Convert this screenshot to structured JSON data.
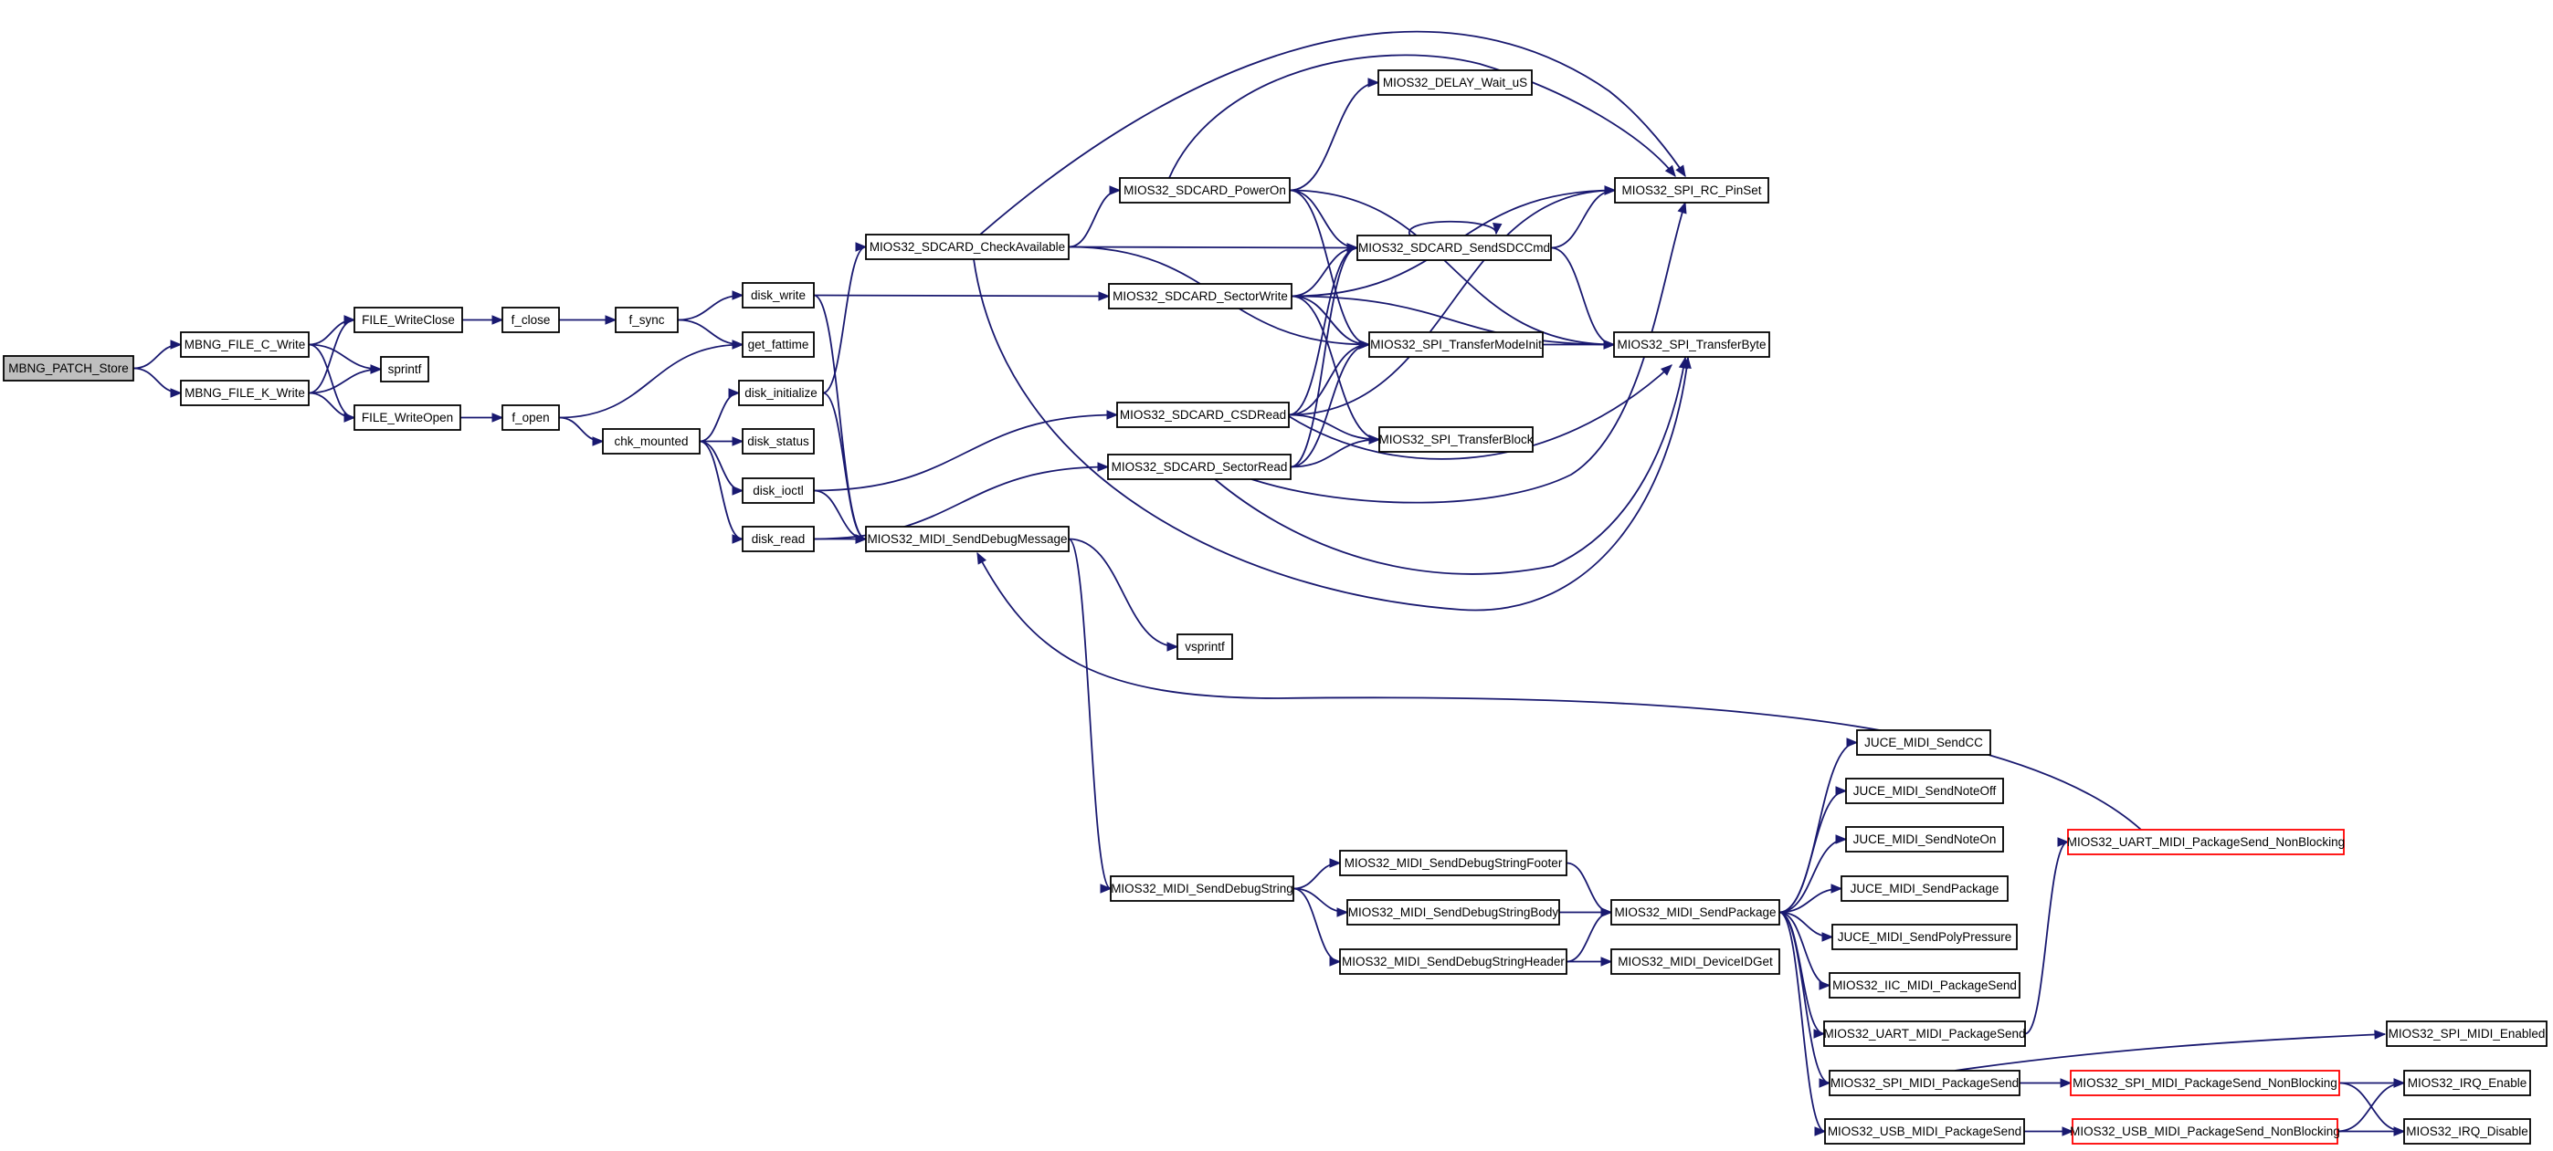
{
  "graph": {
    "edge_color": "#191970",
    "truncated_border_color": "#ff0000",
    "root_fill_color": "#bfbfbf",
    "nodes": [
      {
        "id": "root",
        "label": "MBNG_PATCH_Store",
        "style": "root"
      },
      {
        "id": "fcw",
        "label": "MBNG_FILE_C_Write",
        "style": "normal"
      },
      {
        "id": "fkw",
        "label": "MBNG_FILE_K_Write",
        "style": "normal"
      },
      {
        "id": "fwc",
        "label": "FILE_WriteClose",
        "style": "normal"
      },
      {
        "id": "sprintf",
        "label": "sprintf",
        "style": "normal"
      },
      {
        "id": "fwo",
        "label": "FILE_WriteOpen",
        "style": "normal"
      },
      {
        "id": "fclose",
        "label": "f_close",
        "style": "normal"
      },
      {
        "id": "fopen",
        "label": "f_open",
        "style": "normal"
      },
      {
        "id": "fsync",
        "label": "f_sync",
        "style": "normal"
      },
      {
        "id": "chk",
        "label": "chk_mounted",
        "style": "normal"
      },
      {
        "id": "dwrite",
        "label": "disk_write",
        "style": "normal"
      },
      {
        "id": "getfat",
        "label": "get_fattime",
        "style": "normal"
      },
      {
        "id": "dinit",
        "label": "disk_initialize",
        "style": "normal"
      },
      {
        "id": "dstatus",
        "label": "disk_status",
        "style": "normal"
      },
      {
        "id": "dioctl",
        "label": "disk_ioctl",
        "style": "normal"
      },
      {
        "id": "dread",
        "label": "disk_read",
        "style": "normal"
      },
      {
        "id": "checkav",
        "label": "MIOS32_SDCARD_CheckAvailable",
        "style": "normal"
      },
      {
        "id": "debugmsg",
        "label": "MIOS32_MIDI_SendDebugMessage",
        "style": "normal"
      },
      {
        "id": "poweron",
        "label": "MIOS32_SDCARD_PowerOn",
        "style": "normal"
      },
      {
        "id": "secwrite",
        "label": "MIOS32_SDCARD_SectorWrite",
        "style": "normal"
      },
      {
        "id": "csdread",
        "label": "MIOS32_SDCARD_CSDRead",
        "style": "normal"
      },
      {
        "id": "secread",
        "label": "MIOS32_SDCARD_SectorRead",
        "style": "normal"
      },
      {
        "id": "delay",
        "label": "MIOS32_DELAY_Wait_uS",
        "style": "normal"
      },
      {
        "id": "sendsdc",
        "label": "MIOS32_SDCARD_SendSDCCmd",
        "style": "normal"
      },
      {
        "id": "modeinit",
        "label": "MIOS32_SPI_TransferModeInit",
        "style": "normal"
      },
      {
        "id": "tblock",
        "label": "MIOS32_SPI_TransferBlock",
        "style": "normal"
      },
      {
        "id": "rcpin",
        "label": "MIOS32_SPI_RC_PinSet",
        "style": "normal"
      },
      {
        "id": "tbyte",
        "label": "MIOS32_SPI_TransferByte",
        "style": "normal"
      },
      {
        "id": "vsprintf",
        "label": "vsprintf",
        "style": "normal"
      },
      {
        "id": "dbgstr",
        "label": "MIOS32_MIDI_SendDebugString",
        "style": "normal"
      },
      {
        "id": "footer",
        "label": "MIOS32_MIDI_SendDebugStringFooter",
        "style": "normal"
      },
      {
        "id": "body",
        "label": "MIOS32_MIDI_SendDebugStringBody",
        "style": "normal"
      },
      {
        "id": "header",
        "label": "MIOS32_MIDI_SendDebugStringHeader",
        "style": "normal"
      },
      {
        "id": "sendpkg",
        "label": "MIOS32_MIDI_SendPackage",
        "style": "normal"
      },
      {
        "id": "devid",
        "label": "MIOS32_MIDI_DeviceIDGet",
        "style": "normal"
      },
      {
        "id": "jcc",
        "label": "JUCE_MIDI_SendCC",
        "style": "normal"
      },
      {
        "id": "jnoff",
        "label": "JUCE_MIDI_SendNoteOff",
        "style": "normal"
      },
      {
        "id": "jnon",
        "label": "JUCE_MIDI_SendNoteOn",
        "style": "normal"
      },
      {
        "id": "jpkg",
        "label": "JUCE_MIDI_SendPackage",
        "style": "normal"
      },
      {
        "id": "jpoly",
        "label": "JUCE_MIDI_SendPolyPressure",
        "style": "normal"
      },
      {
        "id": "iic",
        "label": "MIOS32_IIC_MIDI_PackageSend",
        "style": "normal"
      },
      {
        "id": "uart",
        "label": "MIOS32_UART_MIDI_PackageSend",
        "style": "normal"
      },
      {
        "id": "spimidi",
        "label": "MIOS32_SPI_MIDI_PackageSend",
        "style": "normal"
      },
      {
        "id": "usb",
        "label": "MIOS32_USB_MIDI_PackageSend",
        "style": "normal"
      },
      {
        "id": "uartnb",
        "label": "MIOS32_UART_MIDI_PackageSend_NonBlocking",
        "style": "truncated"
      },
      {
        "id": "spinb",
        "label": "MIOS32_SPI_MIDI_PackageSend_NonBlocking",
        "style": "truncated"
      },
      {
        "id": "usbnb",
        "label": "MIOS32_USB_MIDI_PackageSend_NonBlocking",
        "style": "truncated"
      },
      {
        "id": "spienabled",
        "label": "MIOS32_SPI_MIDI_Enabled",
        "style": "normal"
      },
      {
        "id": "irqen",
        "label": "MIOS32_IRQ_Enable",
        "style": "normal"
      },
      {
        "id": "irqdis",
        "label": "MIOS32_IRQ_Disable",
        "style": "normal"
      }
    ],
    "edges": [
      [
        "root",
        "fcw"
      ],
      [
        "root",
        "fkw"
      ],
      [
        "fcw",
        "fwc"
      ],
      [
        "fcw",
        "sprintf"
      ],
      [
        "fcw",
        "fwo"
      ],
      [
        "fkw",
        "fwc"
      ],
      [
        "fkw",
        "sprintf"
      ],
      [
        "fkw",
        "fwo"
      ],
      [
        "fwc",
        "fclose"
      ],
      [
        "fwo",
        "fopen"
      ],
      [
        "fclose",
        "fsync"
      ],
      [
        "fsync",
        "dwrite"
      ],
      [
        "fsync",
        "getfat"
      ],
      [
        "fopen",
        "getfat"
      ],
      [
        "fopen",
        "chk"
      ],
      [
        "chk",
        "dinit"
      ],
      [
        "chk",
        "dstatus"
      ],
      [
        "chk",
        "dioctl"
      ],
      [
        "chk",
        "dread"
      ],
      [
        "dwrite",
        "secwrite"
      ],
      [
        "dwrite",
        "debugmsg"
      ],
      [
        "dinit",
        "checkav"
      ],
      [
        "dinit",
        "debugmsg"
      ],
      [
        "dioctl",
        "csdread"
      ],
      [
        "dioctl",
        "debugmsg"
      ],
      [
        "dread",
        "secread"
      ],
      [
        "dread",
        "debugmsg"
      ],
      [
        "checkav",
        "poweron"
      ],
      [
        "checkav",
        "sendsdc"
      ],
      [
        "checkav",
        "modeinit"
      ],
      [
        "checkav",
        "rcpin"
      ],
      [
        "checkav",
        "tbyte"
      ],
      [
        "poweron",
        "delay"
      ],
      [
        "poweron",
        "sendsdc"
      ],
      [
        "poweron",
        "modeinit"
      ],
      [
        "poweron",
        "rcpin"
      ],
      [
        "poweron",
        "tbyte"
      ],
      [
        "secwrite",
        "sendsdc"
      ],
      [
        "secwrite",
        "modeinit"
      ],
      [
        "secwrite",
        "tblock"
      ],
      [
        "secwrite",
        "tbyte"
      ],
      [
        "secwrite",
        "rcpin"
      ],
      [
        "csdread",
        "sendsdc"
      ],
      [
        "csdread",
        "modeinit"
      ],
      [
        "csdread",
        "tblock"
      ],
      [
        "csdread",
        "rcpin"
      ],
      [
        "csdread",
        "tbyte"
      ],
      [
        "secread",
        "sendsdc"
      ],
      [
        "secread",
        "modeinit"
      ],
      [
        "secread",
        "tblock"
      ],
      [
        "secread",
        "rcpin"
      ],
      [
        "secread",
        "tbyte"
      ],
      [
        "sendsdc",
        "sendsdc"
      ],
      [
        "sendsdc",
        "rcpin"
      ],
      [
        "sendsdc",
        "tbyte"
      ],
      [
        "modeinit",
        "tbyte"
      ],
      [
        "debugmsg",
        "vsprintf"
      ],
      [
        "debugmsg",
        "dbgstr"
      ],
      [
        "dbgstr",
        "footer"
      ],
      [
        "dbgstr",
        "body"
      ],
      [
        "dbgstr",
        "header"
      ],
      [
        "footer",
        "sendpkg"
      ],
      [
        "body",
        "sendpkg"
      ],
      [
        "header",
        "sendpkg"
      ],
      [
        "header",
        "devid"
      ],
      [
        "sendpkg",
        "jcc"
      ],
      [
        "sendpkg",
        "jnoff"
      ],
      [
        "sendpkg",
        "jnon"
      ],
      [
        "sendpkg",
        "jpkg"
      ],
      [
        "sendpkg",
        "jpoly"
      ],
      [
        "sendpkg",
        "iic"
      ],
      [
        "sendpkg",
        "uart"
      ],
      [
        "sendpkg",
        "spimidi"
      ],
      [
        "sendpkg",
        "usb"
      ],
      [
        "uart",
        "uartnb"
      ],
      [
        "uartnb",
        "debugmsg"
      ],
      [
        "spimidi",
        "spinb"
      ],
      [
        "spimidi",
        "spienabled"
      ],
      [
        "spinb",
        "irqen"
      ],
      [
        "spinb",
        "irqdis"
      ],
      [
        "usb",
        "usbnb"
      ],
      [
        "usbnb",
        "irqen"
      ],
      [
        "usbnb",
        "irqdis"
      ]
    ]
  }
}
